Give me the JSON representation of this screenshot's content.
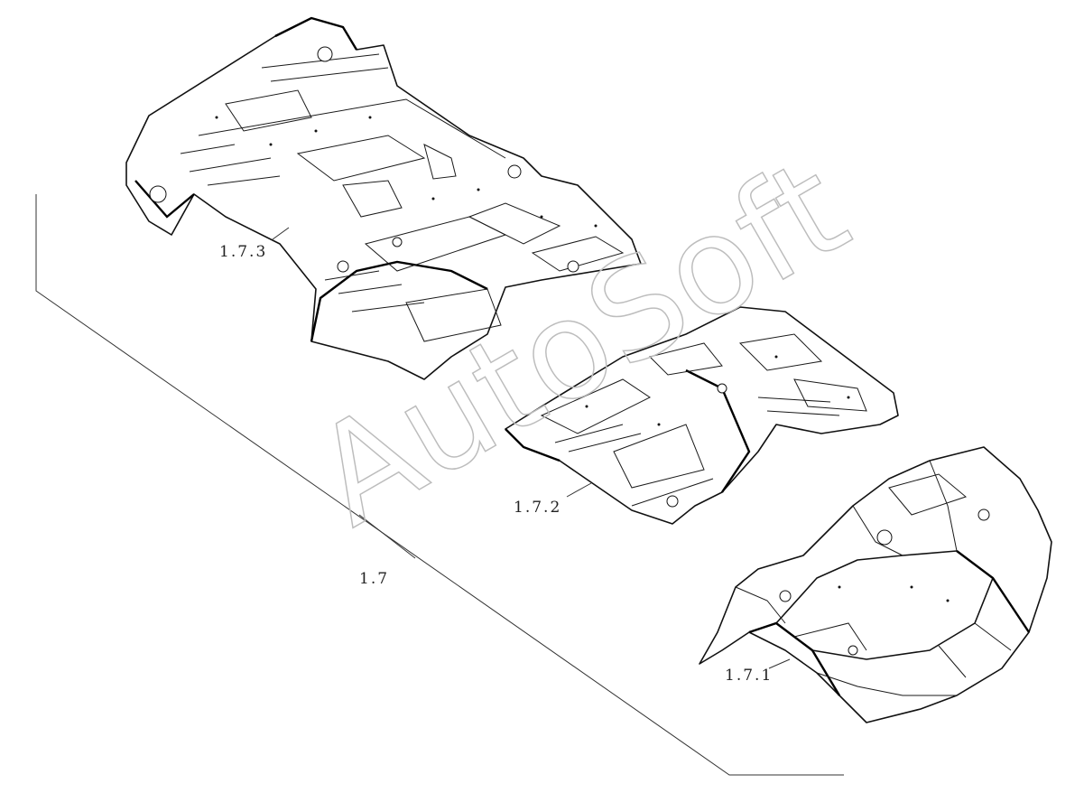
{
  "diagram": {
    "assembly_label": "1.7",
    "parts": [
      {
        "id": "rear-floor",
        "label": "1.7.3"
      },
      {
        "id": "front-floor",
        "label": "1.7.2"
      },
      {
        "id": "front-structure",
        "label": "1.7.1"
      }
    ],
    "watermark": "AutoSoft",
    "colors": {
      "line": "#111111",
      "background": "#ffffff",
      "watermark": "#bdbdbd"
    }
  }
}
